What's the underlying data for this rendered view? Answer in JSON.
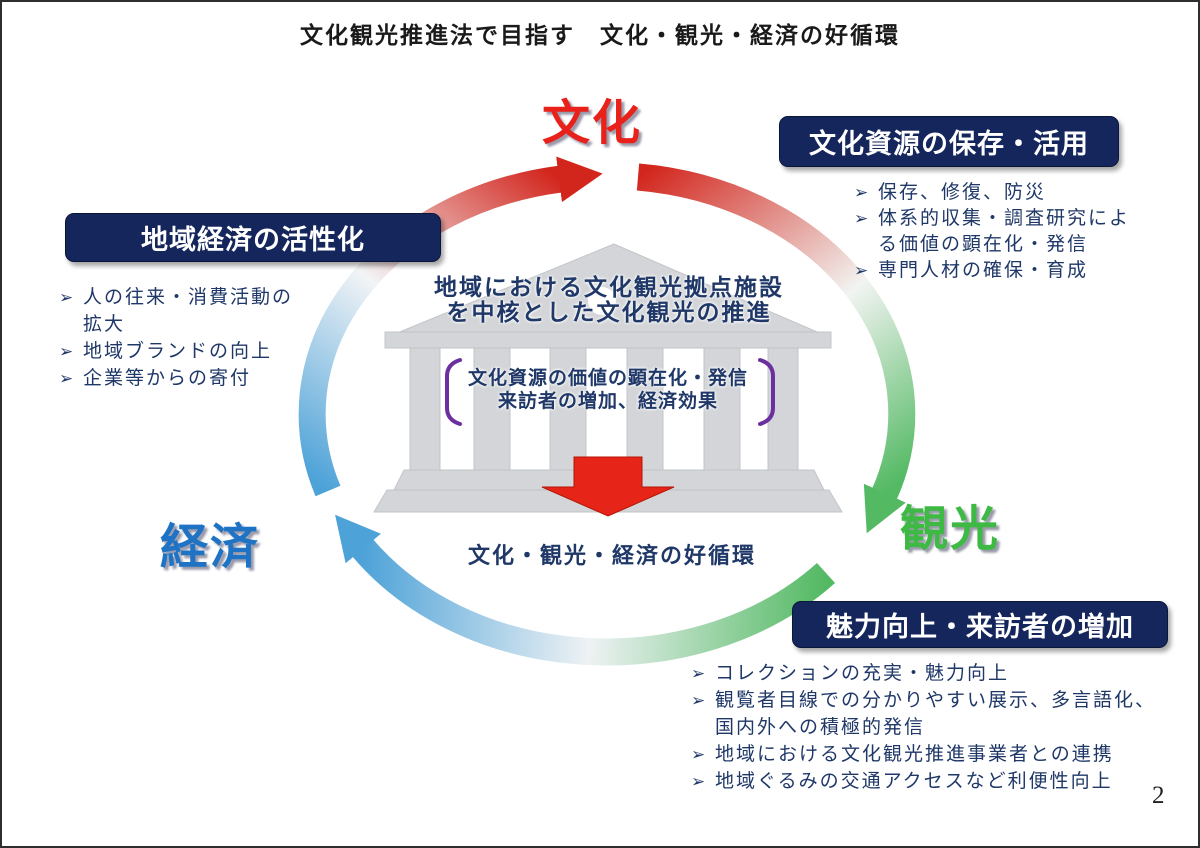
{
  "title": "文化観光推進法で目指す　文化・観光・経済の好循環",
  "page_number": "2",
  "bullet_char": "➢",
  "colors": {
    "navy-box": "#15265c",
    "navy-text": "#1f3868",
    "culture-red": "#e8211a",
    "tourism-green": "#3db944",
    "economy-blue": "#1e73c4",
    "arc-red": "#d2251c",
    "arc-green": "#53b963",
    "arc-blue": "#4da2d8",
    "building-gray": "#d3d5d8",
    "bracket-purple": "#6b2fa0",
    "down-arrow-red": "#e62418"
  },
  "cycle": {
    "culture_label": "文化",
    "tourism_label": "観光",
    "economy_label": "経済",
    "caption": "文化・観光・経済の好循環",
    "center_heading_line1": "地域における文化観光拠点施設",
    "center_heading_line2": "を中核とした文化観光の推進",
    "bracket_line1": "文化資源の価値の顕在化・発信",
    "bracket_line2": "来訪者の増加、経済効果"
  },
  "panels": {
    "preservation": {
      "title": "文化資源の保存・活用",
      "items": [
        "保存、修復、防災",
        "体系的収集・調査研究による価値の顕在化・発信",
        "専門人材の確保・育成"
      ]
    },
    "economy": {
      "title": "地域経済の活性化",
      "items": [
        "人の往来・消費活動の拡大",
        "地域ブランドの向上",
        "企業等からの寄付"
      ]
    },
    "attraction": {
      "title": "魅力向上・来訪者の増加",
      "items": [
        "コレクションの充実・魅力向上",
        "観覧者目線での分かりやすい展示、多言語化、国内外への積極的発信",
        "地域における文化観光推進事業者との連携",
        "地域ぐるみの交通アクセスなど利便性向上"
      ]
    }
  }
}
